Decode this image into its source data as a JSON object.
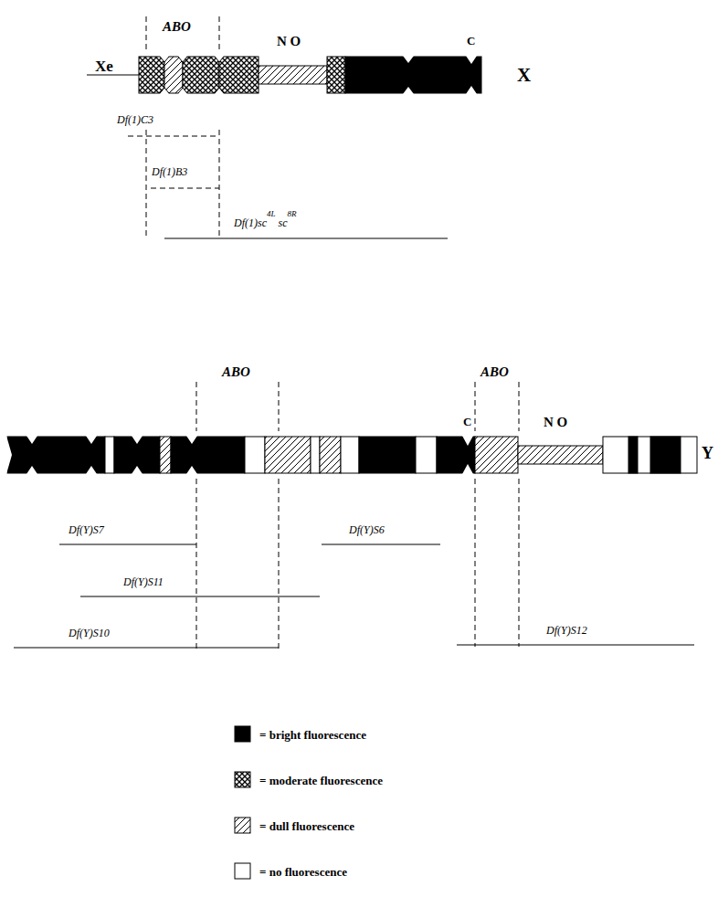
{
  "diagram": {
    "labels": [
      "ABO",
      "Xe",
      "N O",
      "C",
      "X",
      "Df(1)C3",
      "Df(1)B3",
      "Df(1)sc",
      "4L",
      "sc",
      "8R",
      "ABO",
      "ABO",
      "C",
      "N O",
      "Y",
      "Df(Y)S7",
      "Df(Y)S6",
      "Df(Y)S11",
      "Df(Y)S10",
      "Df(Y)S12"
    ],
    "legend": [
      {
        "text": "= bright fluorescence",
        "color": "#000000"
      },
      {
        "text": "= moderate fluorescence"
      },
      {
        "text": "= dull fluorescence"
      },
      {
        "text": "= no fluorescence",
        "color": "#ffffff"
      }
    ]
  }
}
